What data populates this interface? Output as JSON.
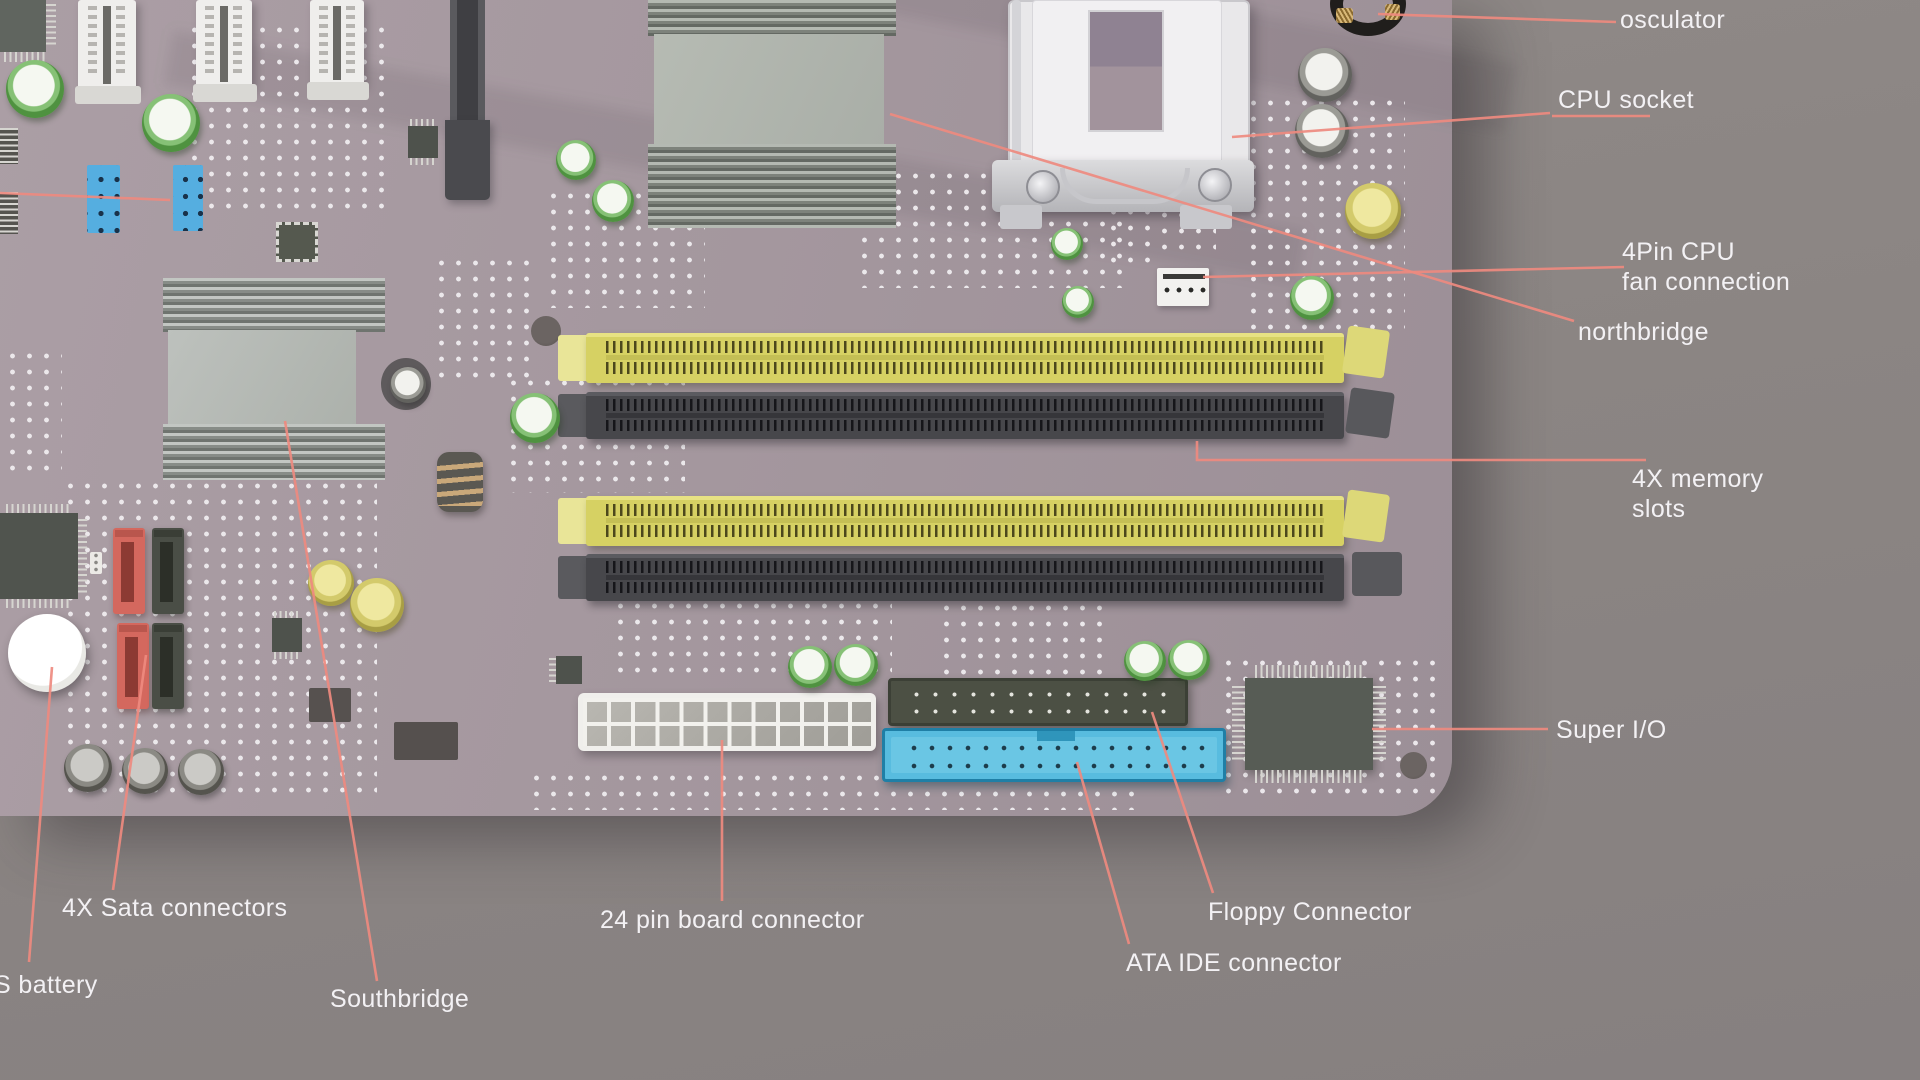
{
  "colors": {
    "accent": "#ee8a7f",
    "table": "#8a8482",
    "pcb": "#a59aa0",
    "label_text": "#f3f1f4",
    "dimm_yellow": "#d6d163",
    "dimm_black": "#47474b",
    "ide_blue": "#58bcdf",
    "sata_red": "#d4685e",
    "atx_white": "#f0efec",
    "floppy_gray": "#4c5044"
  },
  "labels": {
    "osculator": "osculator",
    "cpu_socket": "CPU socket",
    "cpu_fan": "4Pin  CPU\nfan connection",
    "northbridge": "northbridge",
    "memory_slots": "4X  memory\nslots",
    "super_io": "Super I/O",
    "floppy": "Floppy Connector",
    "ata_ide": "ATA IDE connector",
    "pin24": "24 pin board connector",
    "southbridge": "Southbridge",
    "sata": "4X Sata connectors",
    "battery": "S battery"
  }
}
